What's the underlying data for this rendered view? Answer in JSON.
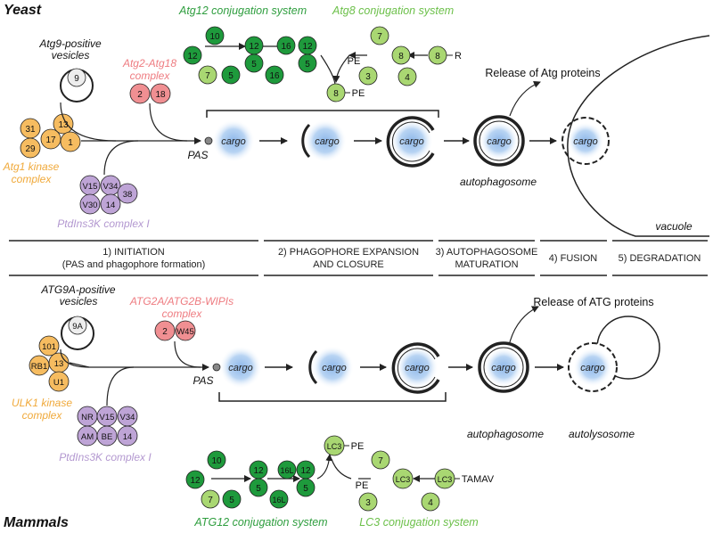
{
  "headings": {
    "yeast": "Yeast",
    "mammals": "Mammals"
  },
  "colors": {
    "dark_green": "#1e9a3c",
    "light_green": "#a9d772",
    "green_text": "#2f9e3f",
    "light_green_text": "#6cc04a",
    "orange": "#f6bc60",
    "orange_text": "#f0a93a",
    "pink": "#f08f92",
    "pink_text": "#ee7b80",
    "purple": "#bea4d6",
    "purple_text": "#b398d0",
    "cargo_blue": "#a8c9ee",
    "gray_circle": "#eeeeee"
  },
  "yeast": {
    "atg12_system_label": "Atg12 conjugation system",
    "atg8_system_label": "Atg8 conjugation system",
    "atg9_label_1": "Atg9-positive",
    "atg9_label_2": "vesicles",
    "atg9_node": "9",
    "atg2_label_1": "Atg2-Atg18",
    "atg2_label_2": "complex",
    "atg2_nodes": [
      "2",
      "18"
    ],
    "atg1_nodes": [
      "31",
      "13",
      "17",
      "29",
      "1"
    ],
    "atg1_label_1": "Atg1 kinase",
    "atg1_label_2": "complex",
    "ptdins_nodes": [
      "V15",
      "V34",
      "38",
      "V30",
      "14"
    ],
    "ptdins_label": "PtdIns3K complex I",
    "atg12_nodes": [
      "10",
      "12",
      "12",
      "5",
      "7",
      "5",
      "16",
      "12",
      "5",
      "16"
    ],
    "atg8_nodes": [
      "PE",
      "7",
      "3",
      "8",
      "8",
      "4",
      "R",
      "8",
      "PE"
    ],
    "pas_label": "PAS",
    "cargo_labels": [
      "cargo",
      "cargo",
      "cargo",
      "cargo",
      "cargo"
    ],
    "release_label": "Release of Atg proteins",
    "autophagosome_label": "autophagosome",
    "vacuole_label": "vacuole"
  },
  "stages": [
    {
      "line1": "1) INITIATION",
      "line2": "(PAS and phagophore formation)"
    },
    {
      "line1": "2) PHAGOPHORE EXPANSION",
      "line2": "AND CLOSURE"
    },
    {
      "line1": "3) AUTOPHAGOSOME",
      "line2": "MATURATION"
    },
    {
      "line1": "4) FUSION",
      "line2": ""
    },
    {
      "line1": "5) DEGRADATION",
      "line2": ""
    }
  ],
  "mammals": {
    "atg9a_label_1": "ATG9A-positive",
    "atg9a_label_2": "vesicles",
    "atg9a_node": "9A",
    "atg2_label_1": "ATG2A/ATG2B-WIPIs",
    "atg2_label_2": "complex",
    "atg2_nodes": [
      "2",
      "W45"
    ],
    "ulk1_nodes": [
      "101",
      "13",
      "RB1",
      "U1"
    ],
    "ulk1_label_1": "ULK1 kinase",
    "ulk1_label_2": "complex",
    "ptdins_nodes": [
      "NR",
      "V15",
      "V34",
      "AM",
      "BE",
      "14"
    ],
    "ptdins_label": "PtdIns3K complex I",
    "pas_label": "PAS",
    "cargo_labels": [
      "cargo",
      "cargo",
      "cargo",
      "cargo",
      "cargo"
    ],
    "release_label": "Release of ATG proteins",
    "autophagosome_label": "autophagosome",
    "autolysosome_label": "autolysosome",
    "atg12_nodes": [
      "10",
      "12",
      "12",
      "5",
      "7",
      "5",
      "16L",
      "16L",
      "12",
      "5"
    ],
    "lc3_nodes": [
      "LC3",
      "PE",
      "PE",
      "7",
      "LC3",
      "LC3",
      "TAMAV",
      "3",
      "4"
    ],
    "atg12_system_label": "ATG12 conjugation system",
    "lc3_system_label": "LC3 conjugation system"
  }
}
